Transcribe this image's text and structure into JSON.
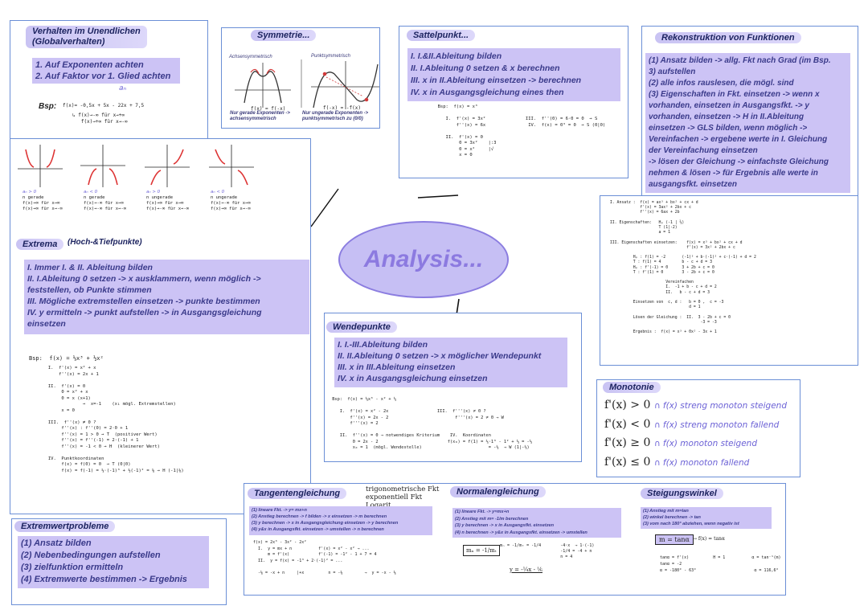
{
  "center": {
    "title": "Analysis..."
  },
  "global": {
    "title_line1": "Verhalten im Unendlichen",
    "title_line2": "(Globalverhalten)",
    "items": [
      "1. Auf Exponenten achten",
      "2. Auf Faktor vor 1. Glied achten"
    ],
    "annotation": "aₙ",
    "bsp_label": "Bsp:",
    "bsp_function": "f(x)= -0,5x + 5x - 22x + 7,5",
    "bsp_lines": [
      "↳ f(x)→-∞ für x→+∞",
      "   f(x)→+∞ für x→-∞"
    ]
  },
  "symmetry": {
    "title": "Symmetrie...",
    "left_label": "Achsensymmetrisch",
    "right_label": "Punktsymmetrisch",
    "left_formula": "f(x) = f(-x)",
    "right_formula": "f(-x) = -f(x)",
    "left_note": "Nur gerade Exponenten -> achsensymmetrisch",
    "right_note": "Nur ungerade Exponenten -> punktsymmetrisch zu (0/0)"
  },
  "graphs": {
    "captions": [
      [
        "aₙ > 0",
        "n gerade",
        "f(x)→∞ für x→∞",
        "f(x)→∞ für x→-∞"
      ],
      [
        "aₙ < 0",
        "n gerade",
        "f(x)→-∞ für x→∞",
        "f(x)→-∞ für x→-∞"
      ],
      [
        "aₙ > 0",
        "n ungerade",
        "f(x)→∞ für x→∞",
        "f(x)→-∞ für x→-∞"
      ],
      [
        "aₙ < 0",
        "n ungerade",
        "f(x)→-∞ für x→∞",
        "f(x)→∞ für x→-∞"
      ]
    ]
  },
  "extrema": {
    "title": "Extrema",
    "subtitle": "(Hoch-&Tiefpunkte)",
    "items": [
      "I. Immer I. & II. Ableitung bilden",
      "II. I.Ableitung 0 setzen -> x ausklammern, wenn möglich ->",
      "feststellen, ob Punkte stimmen",
      "III. Mögliche extremstellen einsetzen -> punkte bestimmen",
      "IV. y ermitteln -> punkt aufstellen -> in Ausgangsgleichung",
      "einsetzen"
    ],
    "bsp": "Bsp:  f(x) = ⅓x³ + ½x²",
    "work": "      I.  f'(x) = x² + x\n          f''(x) = 2x + 1\n\n      II.  f'(x) = 0\n           0 = x² + x\n           0 = x (x+1)\n                   →  x=-1    (x₁ mögl. Extremstellen)\n           x = 0\n\n      III.  f''(x) ≠ 0 ?\n           f''(x) : f''(0) = 2·0 + 1\n           f''(x) = 1 > 0 → T  (positiver Wert)\n           f''(x) = f''(-1) = 2·(-1) + 1\n           f''(x) = -1 < 0 → H  (kleinerer Wert)\n\n      IV.  Punktkoordinaten\n           f(x) = f(0) = 0  → T (0|0)\n           f(x) = f(-1) = ⅓·(-1)³ + ½(-1)² = ⅙ → H (-1|⅙)"
  },
  "extremwert": {
    "title": "Extremwertprobleme",
    "items": [
      "(1) Ansatz bilden",
      "(2) Nebenbedingungen aufstellen",
      "(3) zielfunktion ermitteln",
      "(4) Extremwerte bestimmen -> Ergebnis"
    ]
  },
  "sattel": {
    "title": "Sattelpunkt...",
    "items": [
      "I. I.&II.Ableitung bilden",
      "II. I.Ableitung 0 setzen & x  berechnen",
      "III. x  in II.Ableitung einsetzen -> berechnen",
      "IV. x  in Ausgangsgleichung eines then"
    ],
    "work": "  Bsp:  f(x) = x³\n\n     I.  f'(x) = 3x²               III.  f''(0) = 6·0 = 0  → S\n         f''(x) = 6x                IV.  f(x) = 0³ = 0  → S (0|0)\n\n     II.  f'(x) = 0\n          0 = 3x²    |:3\n          0 = x²     |√\n          x = 0"
  },
  "rekon": {
    "title": "Rekonstruktion von Funktionen",
    "items": [
      "(1) Ansatz bilden -> allg. Fkt nach Grad (im Bsp.",
      "3) aufstellen",
      "(2) alle infos rauslesen, die mögl. sind",
      "(3) Eigenschaften in Fkt. einsetzen -> wenn x",
      "vorhanden, einsetzen in Ausgangsfkt. -> y",
      "vorhanden, einsetzen -> H in II.Ableitung",
      "einsetzen -> GLS bilden, wenn möglich ->",
      "Vereinfachen -> ergebene werte in I. Gleichung",
      "der Vereinfachung einsetzen",
      "-> lösen der Gleichung -> einfachste Gleichung",
      "nehmen & lösen -> für Ergebnis alle werte in",
      "ausgangsfkt. einsetzen"
    ],
    "work": " I. Ansatz :  f(x) = ax³ + bx² + cx + d\n              f'(x) = 3ax² + 2bx + c\n              f''(x) = 6ax + 2b\n\n II. Eigenschaften:   Hₚ (-1 | ⅔)\n                      T (1|-2)\n                      a = 1\n\n III. Eigenschaften einsetzen:    f(x) = x³ + bx² + cx + d\n                                  f'(x) = 3x² + 2bx + c\n\n           Hₚ : f(1) = -2       (-1)³ + b·(-1)² + c·(-1) + d = 2\n           T : f(1) = 4         b - c + d = 3\n           Hₚ : f'(-1) = 0      3 + 2b + c = 0\n           T : f'(1) = 0        3 - 2b + c = 0\n\n                         Vereinfachen\n                         I.  -1 + b - c + d = 2\n                         II.   b - c + d = 3\n\n           Einsetzen von  c, d :   b = 0 ,  c = -3\n                                   d = 1\n\n           Lösen der Gleichung :  II.  3 - 2b + c = 0\n                                        -3 = -3\n\n           Ergebnis :  f(x) = x³ + 0x² - 3x + 1"
  },
  "wende": {
    "title": "Wendepunkte",
    "items": [
      "I. I.-III.Ableitung bilden",
      "II. II.Ableitung 0 setzen -> x  möglicher Wendepunkt",
      "III. x  in III.Ableitung einsetzen",
      "IV. x  in Ausgangsgleichung einsetzen"
    ],
    "work": " Bsp:  f(x) = ⅓x³ - x² + ⅓\n\n    I.  f'(x) = x² - 2x                   III.  f'''(x) ≠ 0 ?\n        f''(x) = 2x - 2                          f'''(x) = 2 ≠ 0 → W\n        f'''(x) = 2\n\n    II.  f''(x) = 0 → notwendiges Kriterium    IV.  Koordinaten\n         0 = 2x - 2                           f(x₀) = f(1) = ⅓·1³ - 1² + ⅓ = -⅓\n         x₀ = 1  (mögl. Wendestelle)                          = -⅓  → W (1|-⅓)"
  },
  "monotonie": {
    "title": "Monotonie",
    "rows": [
      {
        "cond": "f'(x) > 0",
        "result": "∩ f(x) streng monoton steigend"
      },
      {
        "cond": "f'(x) < 0",
        "result": "∩ f(x) streng monoton fallend"
      },
      {
        "cond": "f'(x) ≥ 0",
        "result": "∩ f(x) monoton steigend"
      },
      {
        "cond": "f'(x) ≤ 0",
        "result": "∩ f(x) monoton fallend"
      }
    ]
  },
  "tangente": {
    "title": "Tangentengleichung",
    "side_note": [
      "trigonometrische Fkt",
      "exponentiell Fkt",
      "Logarit"
    ],
    "items": [
      "(1) lineare Fkt. -> y= mx+n",
      "(2) Anstieg berechnen -> f bilden -> x  einsetzen -> m berechnen",
      "(3) y berechnen -> x in Ausgangsgleichung einsetzen -> y berechnen",
      "(4) y&x in Ausgangsfkt. einsetzen -> umstellen -> n berechnen"
    ],
    "work": " f(x) = 2x³ - 3x² - 2x²        \n   I.  y = mx + n           f'(x) = x² - x² → ...\n       m = f'(x)            f'(-1) = -1² - 1 + 7 = 4\n   II.  y = f(x) = -1³ + 2·(-1)² = ...\n\n   -⅙ = -x + n     |+x          n = -⅙         →  y = -x - ⅙"
  },
  "normale": {
    "title": "Normalengleichung",
    "items": [
      "(1) lineare Fkt. -> y=mx+n",
      "(2) Anstieg mit m= -1/m berechnen",
      "(3) y berechnen -> x in Ausgangsfkt. einsetzen",
      "(4) n berechnen -> y&x in Ausgangsfkt. einsetzen -> umstellen"
    ],
    "formula": "mₙ = -1/mₜ",
    "work1": "mₙ = -1/mₜ = -1/4        -4·x  → 1·(-1)\n                         -1/4 = -4 + n\n                         n = 4",
    "result": "y = -¼x - ⅙"
  },
  "steigung": {
    "title": "Steigungswinkel",
    "items": [
      "(1) Anstieg mit m=tan",
      "(2) winkel berechnen -> tan",
      "(3) vom    nach 180° abziehen, wenn       negativ ist"
    ],
    "formula": "m = tanα",
    "arrow_text": "→ f(x) = tanα",
    "work": " tanα = f'(x)          H = 1           α = tan⁻¹(m)\n tanα = -2\n α = -180° - 63°                        α = 116,6°"
  }
}
